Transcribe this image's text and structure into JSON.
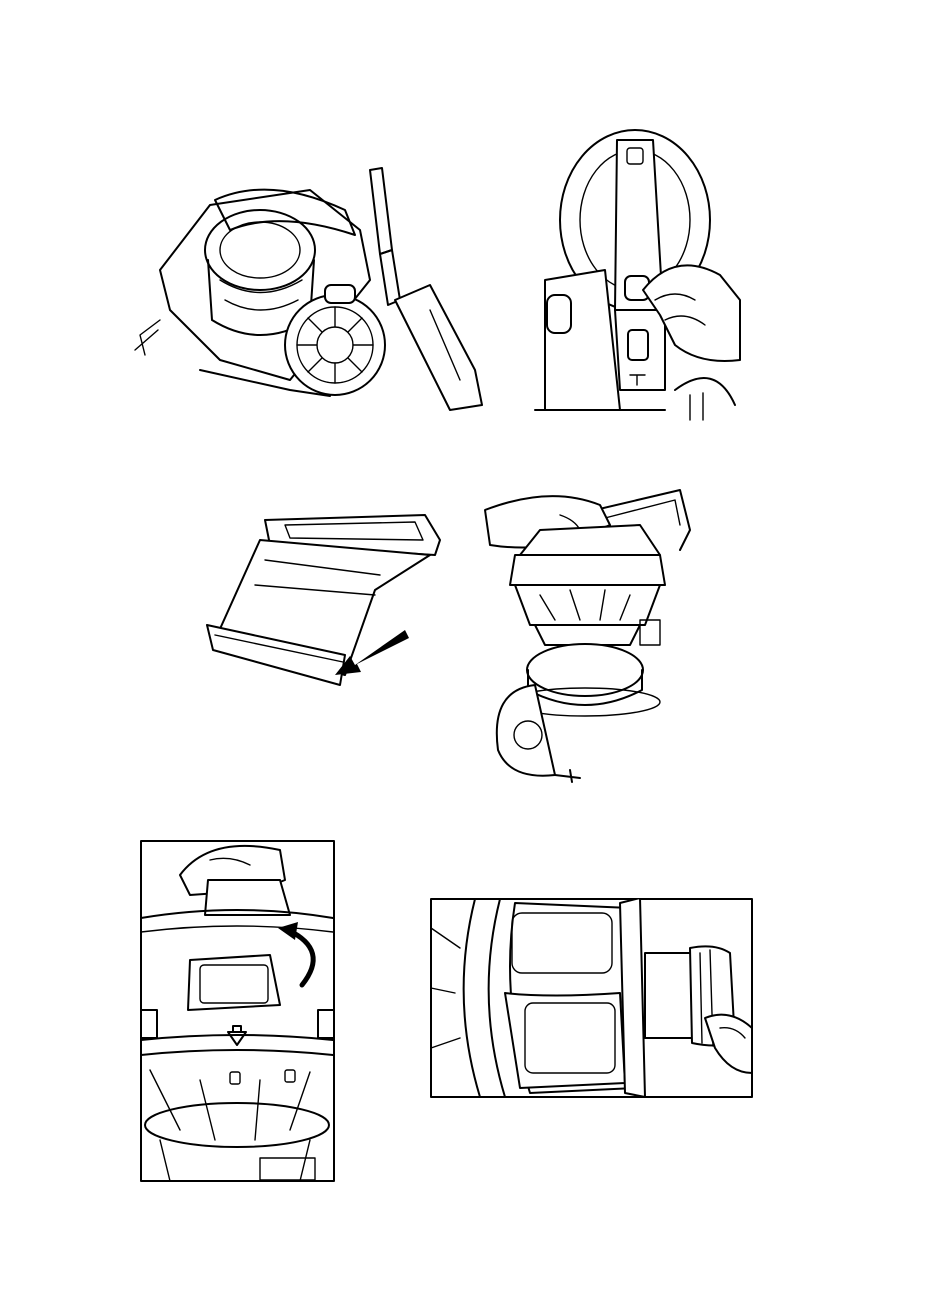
{
  "page": {
    "background": "#ffffff",
    "line_color": "#000000"
  },
  "figures": [
    {
      "id": "fig-1",
      "icon": "vacuum-cleaner-with-hose-icon"
    },
    {
      "id": "fig-2",
      "icon": "hand-pressing-release-button-icon"
    },
    {
      "id": "fig-3",
      "icon": "bin-lid-open-arrow-icon"
    },
    {
      "id": "fig-4",
      "icon": "hand-lifting-dust-bin-icon"
    },
    {
      "id": "fig-5",
      "icon": "rotate-latch-arrow-icon"
    },
    {
      "id": "fig-6",
      "icon": "cyclone-filter-removal-icon"
    }
  ]
}
